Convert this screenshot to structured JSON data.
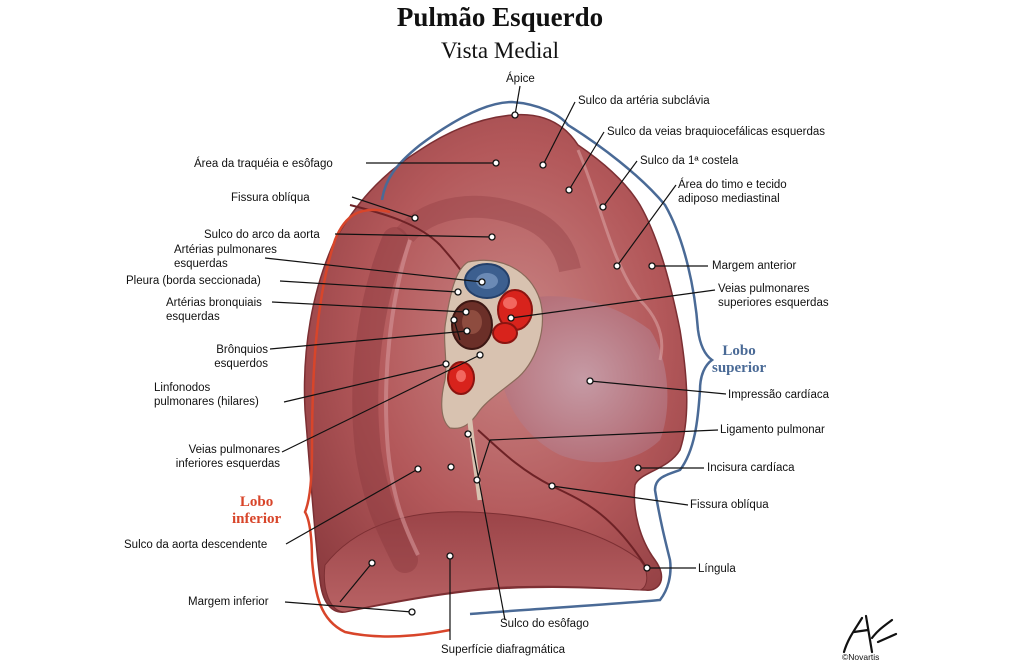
{
  "title": "Pulmão Esquerdo",
  "subtitle": "Vista Medial",
  "labels": {
    "apice": "Ápice",
    "sulco_arteria_subclavia": "Sulco da artéria subclávia",
    "sulco_veias_braquiocefalicas": "Sulco da veias braquiocefálicas esquerdas",
    "sulco_1_costela": "Sulco da 1ª costela",
    "area_timo_1": "Área do timo e tecido",
    "area_timo_2": "adiposo mediastinal",
    "margem_anterior": "Margem anterior",
    "veias_sup_1": "Veias pulmonares",
    "veias_sup_2": "superiores esquerdas",
    "impressao_cardiaca": "Impressão cardíaca",
    "ligamento_pulmonar": "Ligamento pulmonar",
    "incisura_cardiaca": "Incisura cardíaca",
    "fissura_obliqua_right": "Fissura oblíqua",
    "lingula": "Língula",
    "sulco_esofago": "Sulco do esôfago",
    "superficie_diafragmatica": "Superfície diafragmática",
    "area_traqueia": "Área da traquéia e esôfago",
    "fissura_obliqua_left": "Fissura oblíqua",
    "sulco_arco_aorta": "Sulco do arco da aorta",
    "arterias_pulmonares_1": "Artérias pulmonares",
    "arterias_pulmonares_2": "esquerdas",
    "pleura": "Pleura (borda seccionada)",
    "arterias_bronquiais_1": "Artérias bronquiais",
    "arterias_bronquiais_2": "esquerdas",
    "bronquios_1": "Brônquios",
    "bronquios_2": "esquerdos",
    "linfonodos_1": "Linfonodos",
    "linfonodos_2": "pulmonares (hilares)",
    "veias_inf_1": "Veias pulmonares",
    "veias_inf_2": "inferiores esquerdas",
    "sulco_aorta_descendente": "Sulco da aorta descendente",
    "margem_inferior": "Margem inferior"
  },
  "lobes": {
    "superior_1": "Lobo",
    "superior_2": "superior",
    "inferior_1": "Lobo",
    "inferior_2": "inferior"
  },
  "signature": "©Novartis",
  "colors": {
    "lung": "#b5595a",
    "lung_dark": "#8e3a3e",
    "lung_light": "#cf8a8a",
    "superior_bracket": "#4a6a96",
    "inferior_bracket": "#d8452a",
    "artery": "#3c5f8f",
    "vein": "#d8231c",
    "bronchus": "#6b2f28"
  }
}
